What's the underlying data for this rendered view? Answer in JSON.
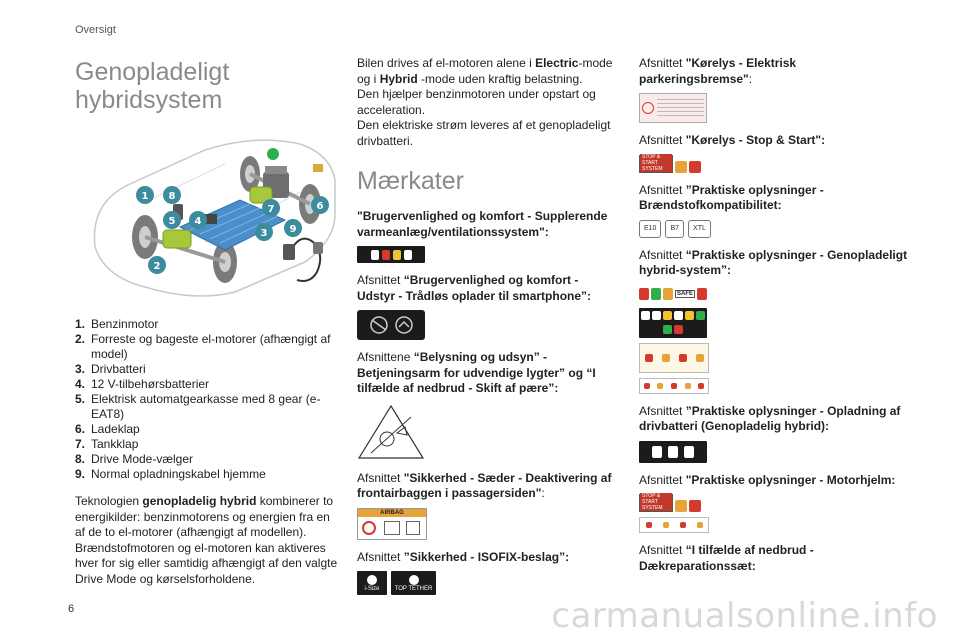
{
  "header": "Oversigt",
  "page_number": "6",
  "watermark": "carmanualsonline.info",
  "col1": {
    "title_line1": "Genopladeligt",
    "title_line2": "hybridsystem",
    "diagram_callouts": [
      "1",
      "2",
      "3",
      "4",
      "5",
      "6",
      "7",
      "8",
      "9"
    ],
    "legend": [
      {
        "n": "1.",
        "text": "Benzinmotor"
      },
      {
        "n": "2.",
        "text": "Forreste og bageste el-motorer (afhængigt af model)"
      },
      {
        "n": "3.",
        "text": "Drivbatteri"
      },
      {
        "n": "4.",
        "text": "12 V-tilbehørsbatterier"
      },
      {
        "n": "5.",
        "text": "Elektrisk automatgearkasse med 8 gear (e-EAT8)"
      },
      {
        "n": "6.",
        "text": "Ladeklap"
      },
      {
        "n": "7.",
        "text": "Tankklap"
      },
      {
        "n": "8.",
        "text": "Drive Mode-vælger"
      },
      {
        "n": "9.",
        "text": "Normal opladningskabel hjemme"
      }
    ],
    "para1_a": "Teknologien ",
    "para1_b": "genopladelig hybrid",
    "para1_c": " kombinerer to energikilder: benzinmotorens og energien fra en af de to el-motorer (afhængigt af modellen).",
    "para2": "Brændstofmotoren og el-motoren kan aktiveres hver for sig eller samtidig afhængigt af den valgte Drive Mode og kørselsforholdene."
  },
  "col2": {
    "p1_a": "Bilen drives af el-motoren alene i ",
    "p1_b": "Electric",
    "p1_c": "-mode og i ",
    "p1_d": "Hybrid",
    "p1_e": " -mode uden kraftig belastning.",
    "p2": "Den hjælper benzinmotoren under opstart og acceleration.",
    "p3": "Den elektriske strøm leveres af et genopladeligt drivbatteri.",
    "section_title": "Mærkater",
    "labels": [
      {
        "a": "",
        "b": "\"Brugervenlighed og komfort - Supplerende varmeanlæg/ventilationssystem\":",
        "c": ""
      },
      {
        "a": "Afsnittet ",
        "b": "“Brugervenlighed og komfort - Udstyr - Trådløs oplader til smartphone”:",
        "c": ""
      },
      {
        "a": "Afsnittene ",
        "b": "“Belysning og udsyn” - Betjeningsarm for udvendige lygter” og “I tilfælde af nedbrud - Skift af pære”:",
        "c": ""
      },
      {
        "a": "Afsnittet ",
        "b": "\"Sikkerhed - Sæder - Deaktivering af frontairbaggen i passagersiden\"",
        "c": ":"
      },
      {
        "a": "Afsnittet ",
        "b": "”Sikkerhed - ISOFIX-beslag”:",
        "c": ""
      }
    ],
    "sticker_airbag": "AIRBAG",
    "sticker_isize": "i-Size",
    "sticker_tether": "TOP TETHER"
  },
  "col3": {
    "labels": [
      {
        "a": "Afsnittet ",
        "b": "\"Kørelys - Elektrisk parkeringsbremse\"",
        "c": ":"
      },
      {
        "a": "Afsnittet ",
        "b": "\"Kørelys - Stop & Start\":",
        "c": ""
      },
      {
        "a": "Afsnittet ",
        "b": "”Praktiske oplysninger - Brændstofkompatibilitet:",
        "c": ""
      },
      {
        "a": "Afsnittet ",
        "b": "“Praktiske oplysninger - Genopladeligt hybrid-system”:",
        "c": ""
      },
      {
        "a": "Afsnittet ",
        "b": "”Praktiske oplysninger - Opladning af drivbatteri (Genopladelig hybrid):",
        "c": ""
      },
      {
        "a": "Afsnittet ",
        "b": "\"Praktiske oplysninger - Motorhjelm:",
        "c": ""
      },
      {
        "a": "Afsnittet ",
        "b": "“I tilfælde af nedbrud - Dækreparationssæt:",
        "c": ""
      }
    ],
    "fuel_pills": [
      "E10",
      "B7",
      "XTL"
    ],
    "stop_start_text": "STOP & START SYSTEM",
    "safe_text": "SAFE"
  },
  "colors": {
    "heading_gray": "#8a8a8a",
    "callout_teal": "#3d8b9e",
    "battery_blue": "#4a8fc9",
    "motor_green": "#a7c83a",
    "sticker_dark": "#1b1b1b"
  }
}
